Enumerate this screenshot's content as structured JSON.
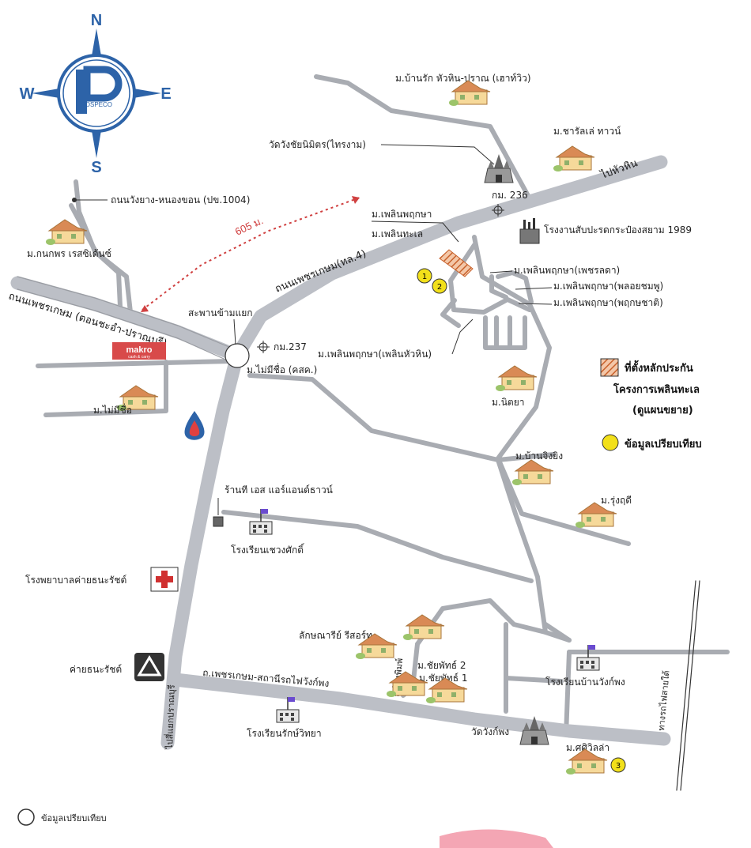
{
  "brand": {
    "logo_text": "ROSPECO"
  },
  "compass": {
    "n": "N",
    "s": "S",
    "e": "E",
    "w": "W"
  },
  "distance": "605 ม.",
  "roads": {
    "petchkasem_main": "ถนนเพชรเกษม(ทล.4)",
    "petchkasem_west": "ถนนเพชรเกษม (ตอนชะอำ-ปราณบุรี)",
    "rong_ya": "ถนนวังยาง-หนองขอน (ปข.1004)",
    "to_huahin": "ไปหัวหิน",
    "to_pranburi": "ไปสี่แยกปราณบุรี",
    "station_road": "ถ.เพชรเกษม-สถานีรถไฟวังก์พง",
    "rail": "ทางรถไฟสายใต้",
    "km236": "กม. 236",
    "km237": "กม.237",
    "bridge": "สะพานข้ามแยก",
    "rd_side": "ถ.โรงพิมพ์"
  },
  "places": {
    "baan_rak": "ม.บ้านรัก หัวหิน-ปราณ (เฮาท์วิว)",
    "charale": "ม.ชารัลเล่ ทาวน์",
    "wat_sangkha": "วัดวังชัยนิมิตร(ไทรงาม)",
    "canning": "โรงงานสับปะรดกระป๋องสยาม 1989",
    "ploen_a": "ม.เพลินพฤกษา",
    "ploen_talay": "ม.เพลินทะเล",
    "ploen_phet": "ม.เพลินพฤกษา(เพชรลดา)",
    "ploen_phuang": "ม.เพลินพฤกษา(พลอยชมพู)",
    "ploen_phruek": "ม.เพลินพฤกษา(พฤกษชาติ)",
    "ploen_huahin": "ม.เพลินพฤกษา(เพลินหัวหิน)",
    "kanokporn": "ม.กนกพร เรสซิเด้นซ์",
    "makro": "makro",
    "makro_sub": "cash & carry",
    "mai_mi_sue": "ม.ไม่มีชื่อ",
    "mai_mi_sue_kor": "ม.ไม่มีชื่อ (คสค.)",
    "nitaya": "ม.นิตยา",
    "baan_jing_ying": "ม.บ้านจิงยิง",
    "rung_udom": "ม.รุ่งฤดี",
    "shop": "ร้านที เอส แอร์แอนด์ธาวน์",
    "school_a": "โรงเรียนเชวงศักดิ์",
    "hospital": "โรงพยาบาลค่ายธนะรัชต์",
    "camp": "ค่ายธนะรัชต์",
    "laksana": "ลักษณารีย์ รีสอร์ท",
    "chai_2": "ม.ชัยพัทธ์ 2",
    "chai_1": "ม.ชัยพัทธ์ 1",
    "school_b": "โรงเรียนบ้านวังก์พง",
    "school_c": "โรงเรียนรักษ์วิทยา",
    "wat_wangphong": "วัดวังก์พง",
    "sirivilla": "ม.ศศิวิลล่า"
  },
  "markers": {
    "m1": "1",
    "m2": "2",
    "m3": "3"
  },
  "legend": {
    "project_line1": "ที่ตั้งหลักประกัน",
    "project_line2": "โครงการเพลินทะเล",
    "project_line3": "(ดูแผนขยาย)",
    "compare": "ข้อมูลเปรียบเทียบ",
    "compare_footer": "ข้อมูลเปรียบเทียบ"
  },
  "colors": {
    "road": "#bcbfc6",
    "road_minor": "#9a9da3",
    "compass": "#2d63a8",
    "project_hatch": "#c8602a",
    "marker": "#f2e01a",
    "distance": "#d04040"
  }
}
